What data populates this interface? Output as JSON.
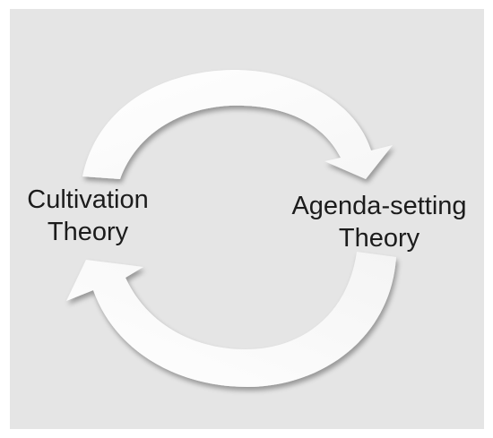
{
  "diagram": {
    "colors": {
      "background": "#e5e5e5",
      "arrow_fill": "#ffffff",
      "text": "#1c1c1c"
    },
    "nodes": [
      {
        "id": "left",
        "line1": "Cultivation",
        "line2": "Theory"
      },
      {
        "id": "right",
        "line1": "Agenda-setting",
        "line2": "Theory"
      }
    ],
    "arrows": [
      {
        "from": "left",
        "to": "right",
        "direction": "clockwise-top"
      },
      {
        "from": "right",
        "to": "left",
        "direction": "clockwise-bottom"
      }
    ]
  }
}
